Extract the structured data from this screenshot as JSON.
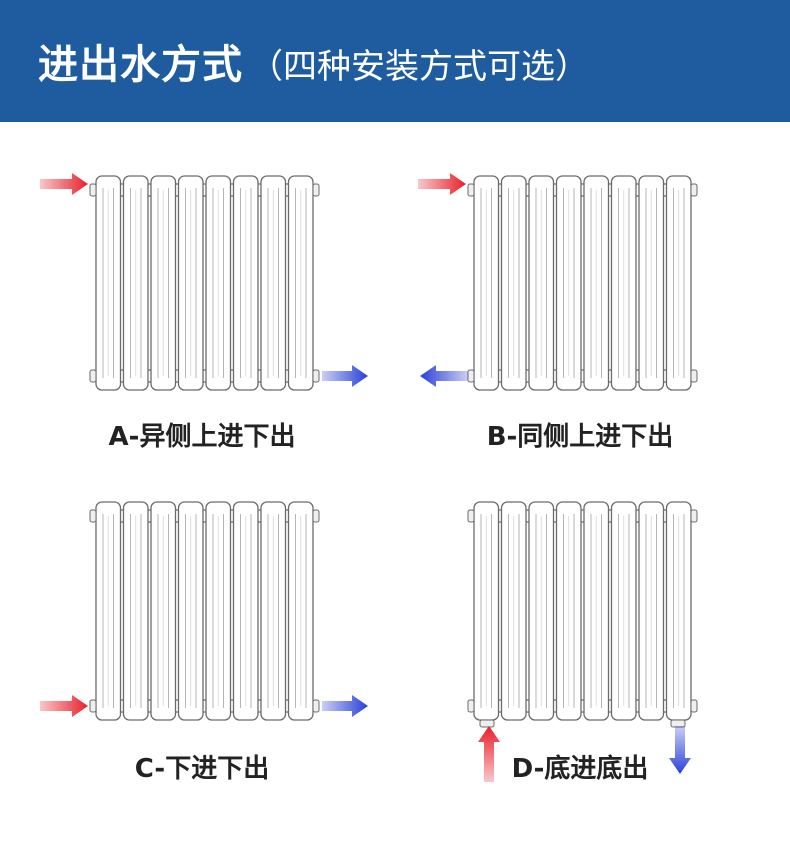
{
  "header": {
    "title_main": "进出水方式",
    "title_sub": "（四种安装方式可选）"
  },
  "colors": {
    "header_bg": "#1f5c9f",
    "inlet_arrow": "#e8202a",
    "outlet_arrow": "#2a3fd8",
    "radiator_stroke": "#6b6b6b",
    "radiator_fill": "#ffffff",
    "caption_text": "#222222"
  },
  "radiator": {
    "column_count": 8
  },
  "options": [
    {
      "id": "A",
      "label": "A-异侧上进下出",
      "inlet": "top-left",
      "outlet": "bottom-right"
    },
    {
      "id": "B",
      "label": "B-同侧上进下出",
      "inlet": "top-left",
      "outlet": "bottom-left"
    },
    {
      "id": "C",
      "label": "C-下进下出",
      "inlet": "bottom-left",
      "outlet": "bottom-right"
    },
    {
      "id": "D",
      "label": "D-底进底出",
      "inlet": "bottom-left-up",
      "outlet": "bottom-right-down"
    }
  ]
}
